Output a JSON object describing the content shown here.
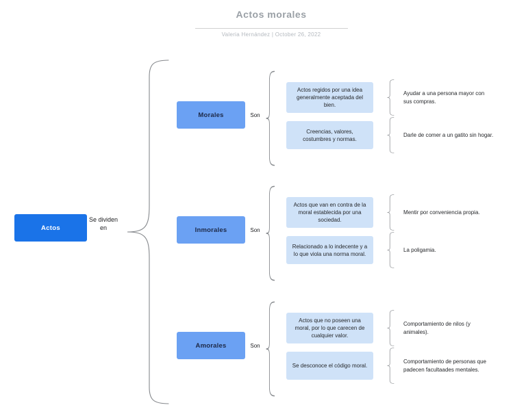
{
  "header": {
    "title": "Actos morales",
    "byline": "Valeria Hernández | October 26, 2022"
  },
  "root": {
    "label": "Actos",
    "connector": "Se dividen en"
  },
  "groups": [
    {
      "label": "Morales",
      "connector": "Son",
      "items": [
        {
          "definition": "Actos regidos por una idea generalmente aceptada del bien.",
          "example": "Ayudar a una persona mayor con sus compras."
        },
        {
          "definition": "Creencias, valores, costumbres y normas.",
          "example": "Darle de comer a un gatito sin hogar."
        }
      ]
    },
    {
      "label": "Inmorales",
      "connector": "Son",
      "items": [
        {
          "definition": "Actos que van en contra de la moral establecida por una sociedad.",
          "example": "Mentir por conveniencia propia."
        },
        {
          "definition": "Relacionado a lo indecente y a lo que viola una norma moral.",
          "example": "La poligamia."
        }
      ]
    },
    {
      "label": "Amorales",
      "connector": "Son",
      "items": [
        {
          "definition": "Actos que no poseen una moral, por lo que carecen de cualquier valor.",
          "example": "Comportamiento de nilos (y animales)."
        },
        {
          "definition": "Se desconoce el código moral.",
          "example": "Comportamiento de personas que padecen facultaades mentales."
        }
      ]
    }
  ],
  "colors": {
    "root_box": "#1a73e8",
    "category_box": "#6ba1f3",
    "definition_box": "#cfe2f8",
    "title_text": "#9aa0a6",
    "brace_stroke": "#85888c"
  }
}
